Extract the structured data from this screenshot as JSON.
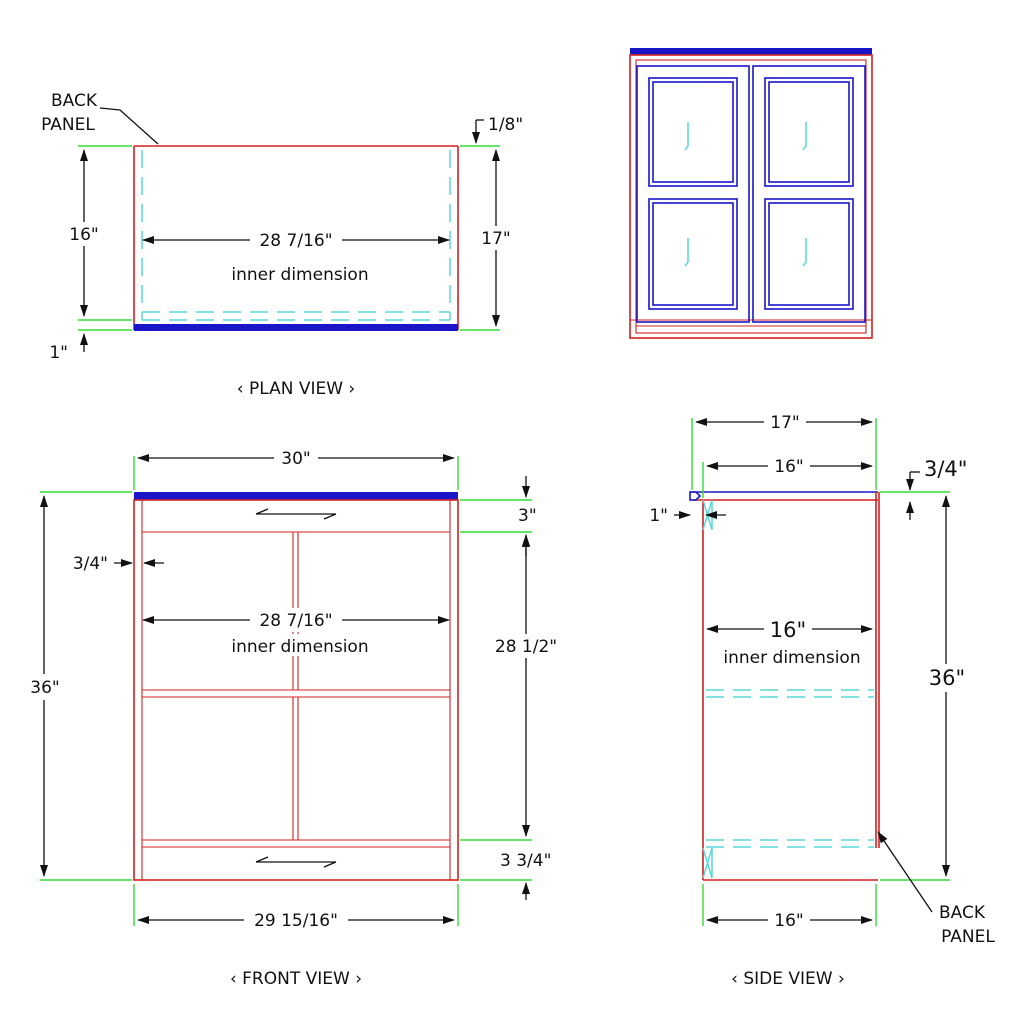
{
  "plan_view": {
    "title": "‹ PLAN VIEW ›",
    "back_panel_label": [
      "BACK",
      "PANEL"
    ],
    "dim_back": "1/8\"",
    "dim_depth_inner": "16\"",
    "dim_depth_total": "17\"",
    "dim_front_rail": "1\"",
    "dim_inner_width": "28 7/16\"",
    "inner_label": "inner dimension"
  },
  "front_view": {
    "title": "‹ FRONT VIEW ›",
    "dim_width": "30\"",
    "dim_height": "36\"",
    "dim_top_rail": "3\"",
    "dim_side": "3/4\"",
    "dim_opening": "28 1/2\"",
    "dim_bottom_rail": "3 3/4\"",
    "dim_inner_width": "28 7/16\"",
    "inner_label": "inner dimension",
    "dim_bottom_width": "29 15/16\""
  },
  "side_view": {
    "title": "‹ SIDE VIEW ›",
    "dim_top_depth": "17\"",
    "dim_depth": "16\"",
    "dim_top_thickness": "3/4\"",
    "dim_overhang": "1\"",
    "dim_inner": "16\"",
    "inner_label": "inner dimension",
    "dim_height": "36\"",
    "dim_bottom_depth": "16\"",
    "back_panel_label": [
      "BACK",
      "PANEL"
    ]
  }
}
